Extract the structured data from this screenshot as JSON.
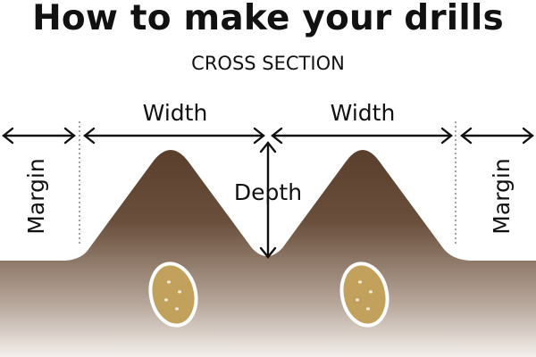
{
  "title": "How to make your drills",
  "subtitle": "CROSS SECTION",
  "labels": {
    "width_left": "Width",
    "width_right": "Width",
    "depth": "Depth",
    "margin_left": "Margin",
    "margin_right": "Margin"
  },
  "colors": {
    "soil_top": "#5a3f2c",
    "soil_bottom": "#f2ede9",
    "potato_fill": "#c2a15d",
    "potato_outline": "#ffffff",
    "text": "#111111"
  },
  "icons": {
    "potato_left": "potato-icon",
    "potato_right": "potato-icon"
  }
}
